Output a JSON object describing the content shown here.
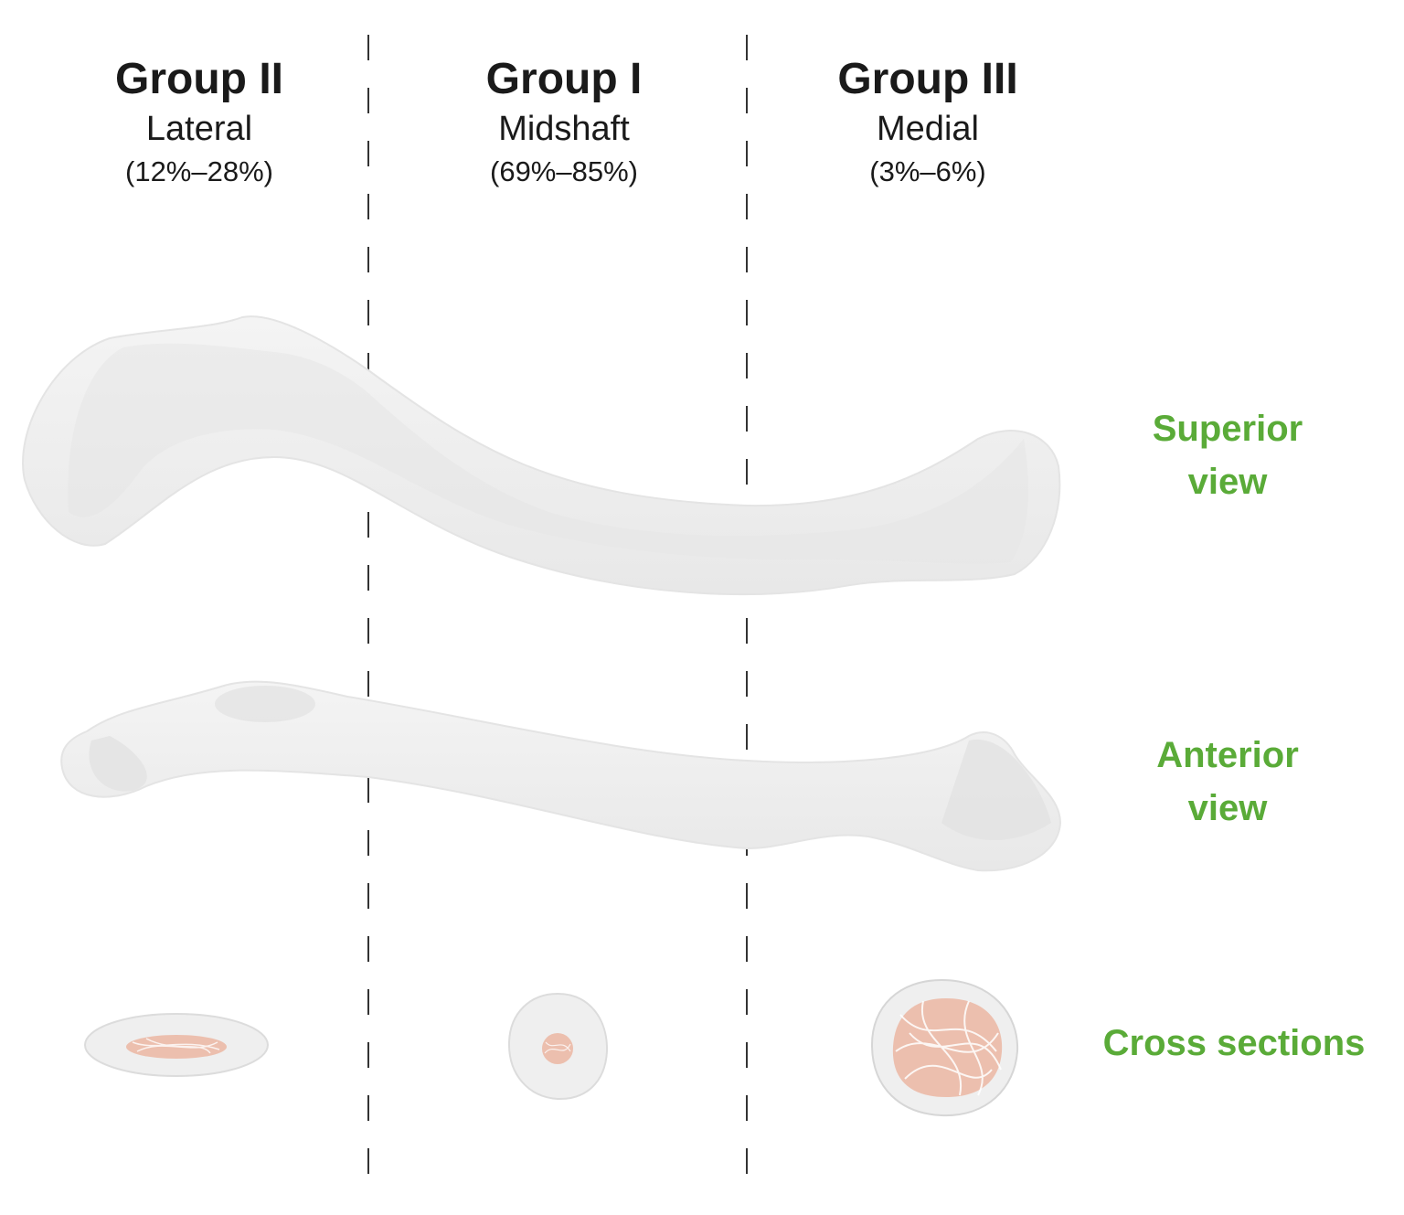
{
  "groups": [
    {
      "title": "Group II",
      "region": "Lateral",
      "percent": "(12%–28%)"
    },
    {
      "title": "Group I",
      "region": "Midshaft",
      "percent": "(69%–85%)"
    },
    {
      "title": "Group III",
      "region": "Medial",
      "percent": "(3%–6%)"
    }
  ],
  "views": {
    "superior": {
      "line1": "Superior",
      "line2": "view"
    },
    "anterior": {
      "line1": "Anterior",
      "line2": "view"
    },
    "cross": {
      "label": "Cross sections"
    }
  },
  "colors": {
    "label_green": "#5aab38",
    "bone_fill": "#efefef",
    "bone_shade": "#e2e2e2",
    "marrow": "#e9b9a6",
    "divider": "#333333"
  }
}
